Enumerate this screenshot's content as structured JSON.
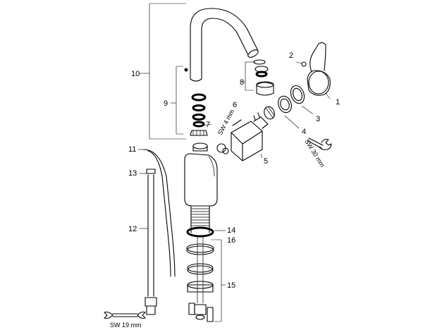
{
  "callouts": {
    "c1": "1",
    "c2": "2",
    "c3": "3",
    "c4": "4",
    "c5": "5",
    "c6": "6",
    "c7": "7",
    "c8": "8",
    "c9": "9",
    "c10": "10",
    "c11": "11",
    "c12": "12",
    "c13": "13",
    "c14": "14",
    "c15": "15",
    "c16": "16"
  },
  "wrench_labels": {
    "sw4": "SW 4 mm",
    "sw30": "SW 30 mm",
    "sw19": "SW 19 mm"
  }
}
